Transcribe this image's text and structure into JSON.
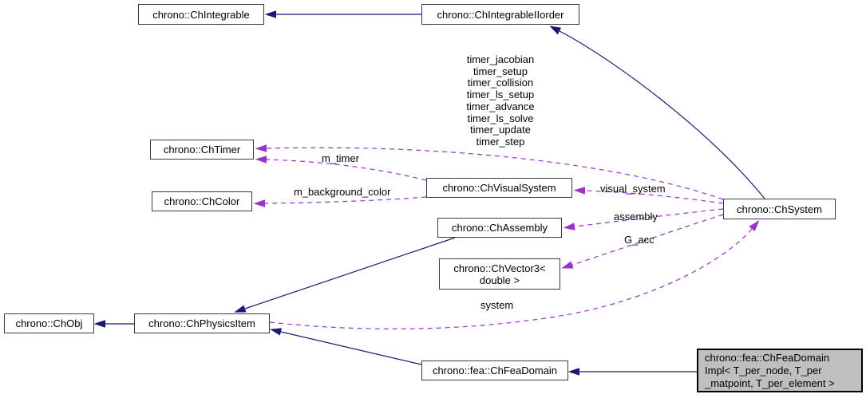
{
  "diagram": {
    "kind": "doxygen-collaboration-graph",
    "colors": {
      "inheritance_edge": "#191970",
      "usage_edge": "#9a32cd",
      "node_fill": "#ffffff",
      "node_border": "#3c3c3c",
      "focus_node_fill": "#bfbfbf",
      "focus_node_border": "#000000",
      "background": "#ffffff",
      "text": "#000000"
    },
    "nodes": {
      "ch_integrable": {
        "label": "chrono::ChIntegrable"
      },
      "ch_integrable_iiorder": {
        "label": "chrono::ChIntegrableIIorder"
      },
      "ch_timer": {
        "label": "chrono::ChTimer"
      },
      "ch_color": {
        "label": "chrono::ChColor"
      },
      "ch_visual_system": {
        "label": "chrono::ChVisualSystem"
      },
      "ch_assembly": {
        "label": "chrono::ChAssembly"
      },
      "ch_vector3": {
        "lines": [
          "chrono::ChVector3<",
          "double >"
        ]
      },
      "ch_obj": {
        "label": "chrono::ChObj"
      },
      "ch_physics_item": {
        "label": "chrono::ChPhysicsItem"
      },
      "ch_system": {
        "label": "chrono::ChSystem"
      },
      "ch_fea_domain": {
        "label": "chrono::fea::ChFeaDomain"
      },
      "ch_fea_domain_impl": {
        "lines": [
          "chrono::fea::ChFeaDomain",
          "Impl< T_per_node, T_per",
          "_matpoint, T_per_element >"
        ]
      }
    },
    "edge_labels": {
      "timers": [
        "timer_jacobian",
        "timer_setup",
        "timer_collision",
        "timer_ls_setup",
        "timer_advance",
        "timer_ls_solve",
        "timer_update",
        "timer_step"
      ],
      "m_timer": "m_timer",
      "m_background_color": "m_background_color",
      "visual_system": "visual_system",
      "assembly": "assembly",
      "g_acc": "G_acc",
      "system": "system"
    }
  }
}
